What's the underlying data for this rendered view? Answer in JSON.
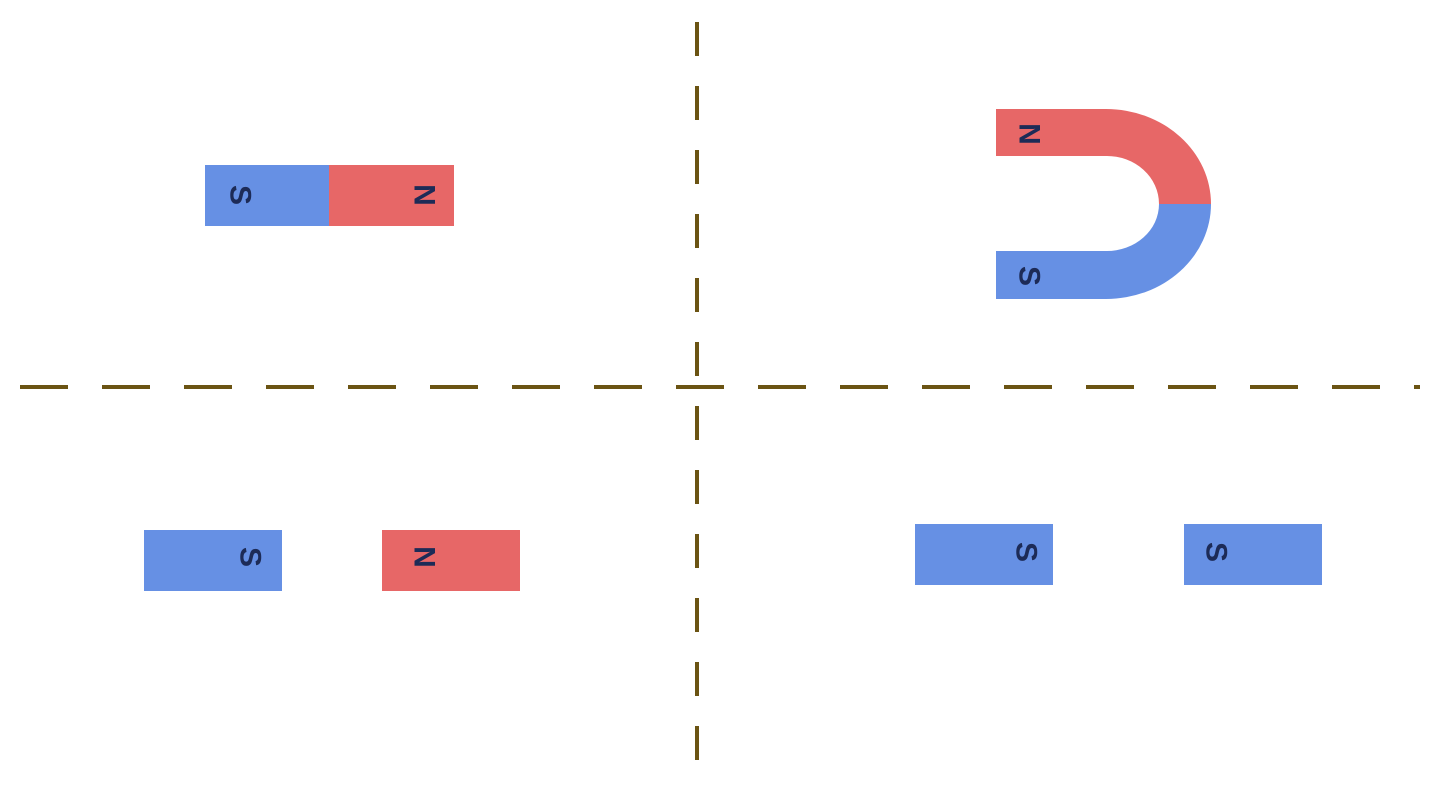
{
  "colors": {
    "north": "#e76767",
    "south": "#6690e4",
    "label": "#1d2b57",
    "divider": "#6b5413",
    "background": "#ffffff"
  },
  "magnets": {
    "bar": {
      "south_label": "S",
      "north_label": "N"
    },
    "horseshoe": {
      "north_label": "N",
      "south_label": "S"
    },
    "pair_opposite": {
      "left_label": "S",
      "right_label": "N"
    },
    "pair_same": {
      "left_label": "S",
      "right_label": "S"
    }
  }
}
